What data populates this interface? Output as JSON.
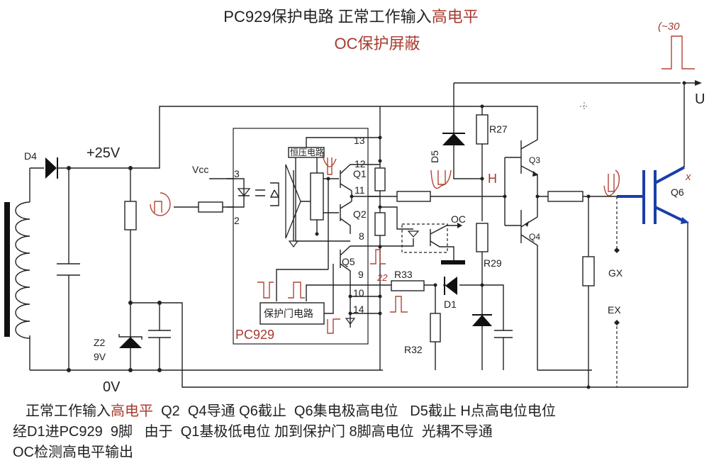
{
  "title": {
    "line1_black": "PC929保护电路 正常工作输入",
    "line1_red": "高电平",
    "line2_red": "OC保护屏蔽"
  },
  "labels": {
    "d4": "D4",
    "v25": "+25V",
    "vcc": "Vcc",
    "pin3": "3",
    "pin2": "2",
    "pin13": "13",
    "pin12": "12",
    "pin11": "11",
    "pin8": "8",
    "pin9": "9",
    "pin10": "10",
    "pin14": "14",
    "q1": "Q1",
    "q2": "Q2",
    "q3": "Q3",
    "q4": "Q4",
    "q5": "Q5",
    "q6": "Q6",
    "const_voltage": "恒压电路",
    "protect_gate": "保护门电路",
    "pc929": "PC929",
    "z2": "Z2",
    "z2_v": "9V",
    "ov": "0V",
    "d5": "D5",
    "r27": "R27",
    "h": "H",
    "oc": "OC",
    "r29": "R29",
    "r33": "R33",
    "r33_note": "22",
    "d1": "D1",
    "r32": "R32",
    "gx": "GX",
    "ex": "EX",
    "u": "U",
    "pulse_note": "(~30",
    "q6_mark": "x"
  },
  "colors": {
    "annotation": "#a83a2e",
    "igbt": "#1a3ea8",
    "wire": "#222222"
  },
  "description": {
    "line1_a": "正常工作输入",
    "line1_red": "高电平",
    "line1_b": "  Q2  Q4导通 Q6截止  Q6集电极高电位   D5截止 H点高电位电位",
    "line2": "经D1进PC929  9脚   由于  Q1基极低电位 加到保护门 8脚高电位  光耦不导通",
    "line3": "OC检测高电平输出"
  }
}
